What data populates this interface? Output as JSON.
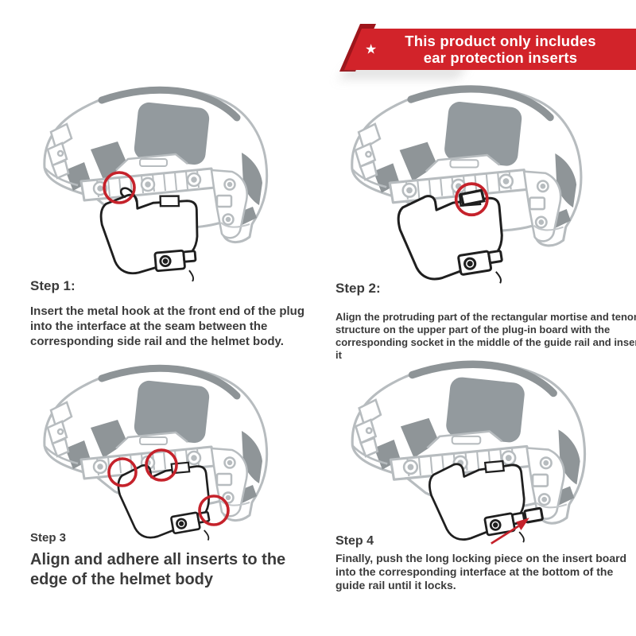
{
  "banner": {
    "star_icon": "★",
    "line1": "This product only includes",
    "line2": "ear protection inserts"
  },
  "steps": [
    {
      "heading": "Step 1:",
      "body": "Insert the metal hook at the front end of the plug into the interface at the seam between the corresponding side rail and the helmet body."
    },
    {
      "heading": "Step 2:",
      "body": "Align the protruding part of the rectangular mortise and tenon structure on the upper part of the plug-in board with the corresponding socket in the middle of the guide rail and insert it"
    },
    {
      "heading": "Step 3",
      "body": "Align and adhere all inserts to the edge of the helmet body"
    },
    {
      "heading": "Step 4",
      "body": "Finally, push the long locking piece on the insert board into the corresponding interface at the bottom of the guide rail until it locks."
    }
  ],
  "colors": {
    "banner_red": "#d2232a",
    "banner_fold_red": "#9e151b",
    "banner_text": "#ffffff",
    "highlight_red": "#c5222b",
    "text_dark": "#3b3b3b",
    "helmet_line_gray": "#b7bcbf",
    "helmet_patch_gray": "#8f9598",
    "insert_line_black": "#1f1f1f"
  }
}
